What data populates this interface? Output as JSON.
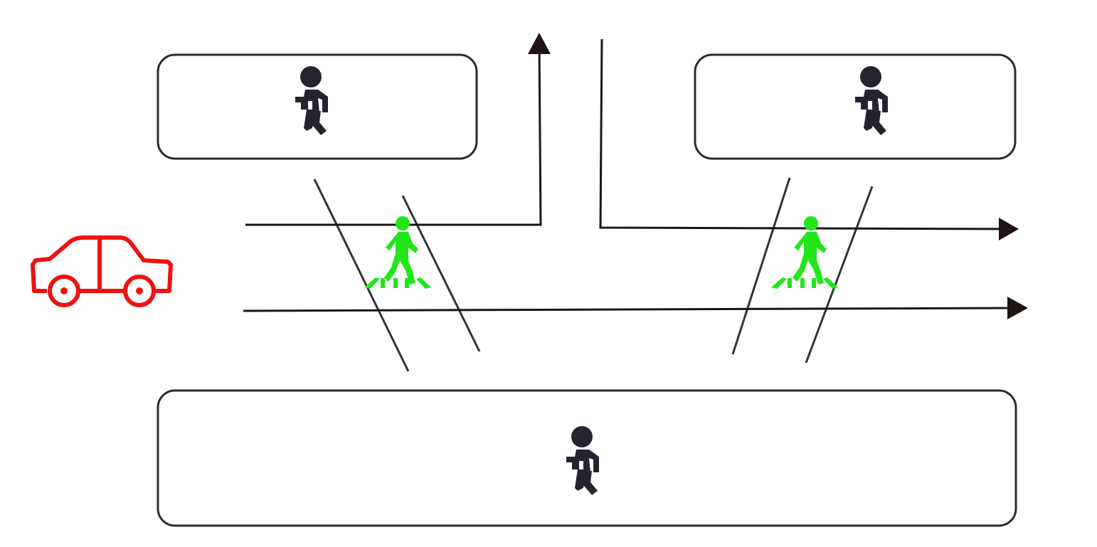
{
  "colors": {
    "background": "#ffffff",
    "outline": "#2b2b2b",
    "road_line": "#1f1414",
    "pedestrian_icon": "#26232f",
    "crossing_pedestrian": "#22e61a",
    "car": "#ee1212"
  },
  "icons": {
    "car": "car-icon",
    "pedestrian": "pedestrian-icon",
    "crosswalk_pedestrian": "crosswalk-pedestrian-icon",
    "arrow": "arrow-head-icon"
  },
  "scene": {
    "sidewalk_blocks": [
      "top-left",
      "top-right",
      "bottom"
    ],
    "pedestrian_zones": 3,
    "crosswalks": 2,
    "lane_arrows": [
      "straight",
      "right-turn",
      "left-turn"
    ]
  }
}
